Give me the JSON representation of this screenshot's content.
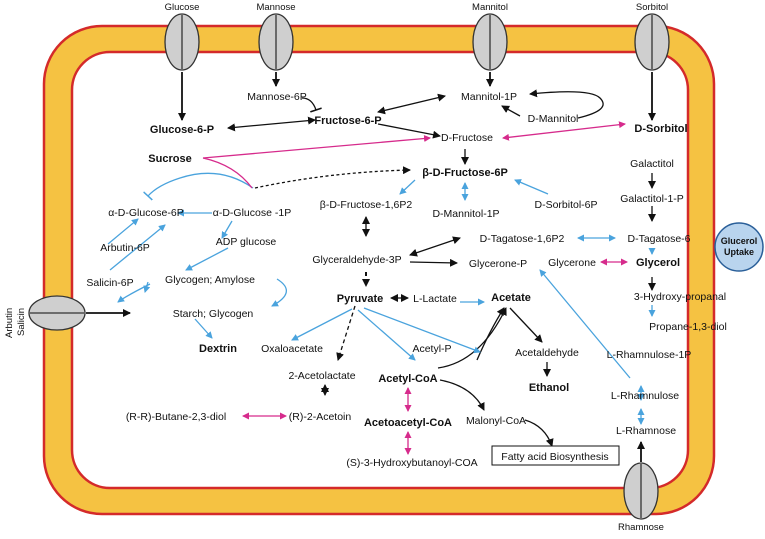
{
  "transporters": {
    "glucose": "Glucose",
    "mannose": "Mannose",
    "mannitol": "Mannitol",
    "sorbitol": "Sorbitol",
    "arbutin": "Arbutin",
    "salicin": "Salicin",
    "rhamnose": "Rhamnose",
    "glycerol_uptake_line1": "Glucerol",
    "glycerol_uptake_line2": "Uptake"
  },
  "metabolites": {
    "glucose_6p": "Glucose-6-P",
    "mannose_6p": "Mannose-6P",
    "fructose_6p": "Fructose-6-P",
    "mannitol_1p": "Mannitol-1P",
    "d_mannitol": "D-Mannitol",
    "d_fructose": "D-Fructose",
    "d_sorbitol": "D-Sorbitol",
    "sucrose": "Sucrose",
    "beta_d_fructose_6p": "β-D-Fructose-6P",
    "alpha_d_glucose_6p": "α-D-Glucose-6P",
    "alpha_d_glucose_1p": "α-D-Glucose -1P",
    "beta_d_fructose_16p2": "β-D-Fructose-1,6P2",
    "d_mannitol_1p": "D-Mannitol-1P",
    "d_sorbitol_6p": "D-Sorbitol-6P",
    "galactitol": "Galactitol",
    "galactitol_1p": "Galactitol-1-P",
    "arbutin_6p": "Arbutin-6P",
    "adp_glucose": "ADP glucose",
    "d_tagatose_16p2": "D-Tagatose-1,6P2",
    "d_tagatose_6": "D-Tagatose-6",
    "salicin_6p": "Salicin-6P",
    "glycogen_amylose": "Glycogen; Amylose",
    "glyceraldehyde_3p": "Glyceraldehyde-3P",
    "glycerone_p": "Glycerone-P",
    "glycerone": "Glycerone",
    "glycerol": "Glycerol",
    "starch_glycogen": "Starch; Glycogen",
    "hydroxy_propanal": "3-Hydroxy-propanal",
    "pyruvate": "Pyruvate",
    "l_lactate": "L-Lactate",
    "acetate": "Acetate",
    "dextrin": "Dextrin",
    "propane_diol": "Propane-1,3-diol",
    "oxaloacetate": "Oxaloacetate",
    "acetyl_p": "Acetyl-P",
    "acetaldehyde": "Acetaldehyde",
    "l_rhamnulose_1p": "L-Rhamnulose-1P",
    "acetolactate": "2-Acetolactate",
    "acetyl_coa": "Acetyl-CoA",
    "ethanol": "Ethanol",
    "l_rhamnulose": "L-Rhamnulose",
    "butanediol": "(R-R)-Butane-2,3-diol",
    "r_acetoin": "(R)-2-Acetoin",
    "acetoacetyl_coa": "Acetoacetyl-CoA",
    "malonyl_coa": "Malonyl-CoA",
    "l_rhamnose": "L-Rhamnose",
    "hydroxybutanoyl_coa": "(S)-3-Hydroxybutanoyl-COA",
    "fatty_acid": "Fatty acid Biosynthesis"
  },
  "colors": {
    "outer_membrane": "#d42a2a",
    "periplasm": "#f5c242",
    "black_arrow": "#111111",
    "blue_arrow": "#4aa3dd",
    "magenta_arrow": "#d62b8c",
    "channel_fill": "#cfcfcf"
  }
}
